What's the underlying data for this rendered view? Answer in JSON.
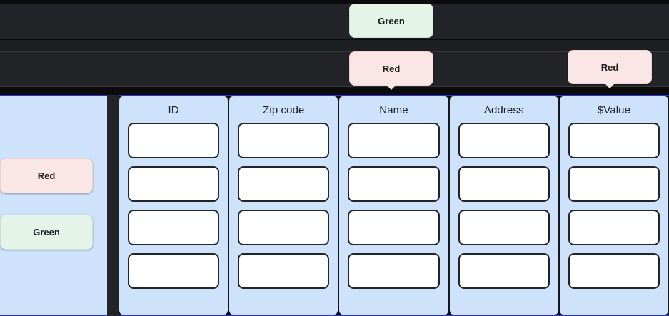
{
  "theme": {
    "page_background": "#0b0b0c",
    "row_background": "#222427",
    "highlight_panel": "#cfe2fb",
    "highlight_border": "#2f2fd0",
    "badge_green_bg": "#e4f4e9",
    "badge_red_bg": "#fbe6e6",
    "field_bg": "#ffffff",
    "field_border": "#222427",
    "text_color": "#1b1d1f"
  },
  "badges": {
    "green_top": {
      "label": "Green",
      "color": "green"
    },
    "red_middle": {
      "label": "Red",
      "color": "red"
    },
    "red_right": {
      "label": "Red",
      "color": "red"
    },
    "sidebar_red": {
      "label": "Red",
      "color": "red"
    },
    "sidebar_green": {
      "label": "Green",
      "color": "green"
    }
  },
  "table": {
    "columns": [
      {
        "header": "ID",
        "cells": [
          "",
          "",
          "",
          ""
        ]
      },
      {
        "header": "Zip code",
        "cells": [
          "",
          "",
          "",
          ""
        ]
      },
      {
        "header": "Name",
        "cells": [
          "",
          "",
          "",
          ""
        ]
      },
      {
        "header": "Address",
        "cells": [
          "",
          "",
          "",
          ""
        ]
      },
      {
        "header": "$Value",
        "cells": [
          "",
          "",
          "",
          ""
        ]
      }
    ],
    "row_count": 4
  }
}
